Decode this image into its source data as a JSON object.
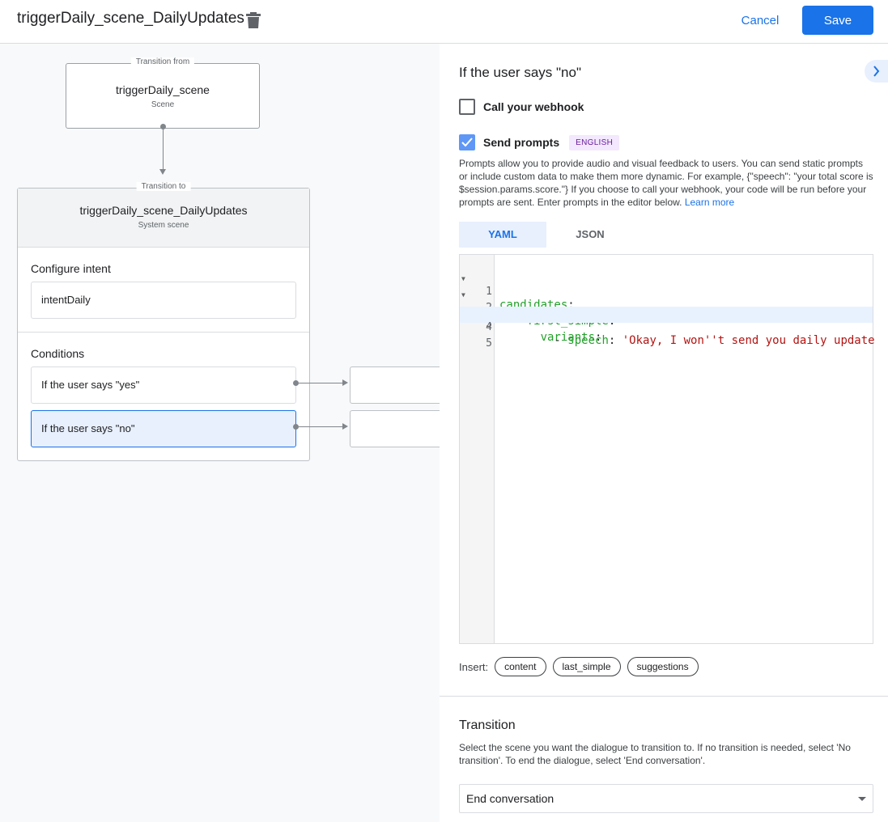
{
  "header": {
    "title": "triggerDaily_scene_DailyUpdates",
    "cancel_label": "Cancel",
    "save_label": "Save"
  },
  "canvas": {
    "from": {
      "legend": "Transition from",
      "name": "triggerDaily_scene",
      "type": "Scene"
    },
    "to": {
      "legend": "Transition to",
      "name": "triggerDaily_scene_DailyUpdates",
      "type": "System scene",
      "intent_label": "Configure intent",
      "intent_value": "intentDaily",
      "conditions_label": "Conditions",
      "conditions": [
        "If the user says \"yes\"",
        "If the user says \"no\""
      ]
    }
  },
  "panel": {
    "title": "If the user says \"no\"",
    "webhook_label": "Call your webhook",
    "webhook_checked": false,
    "prompts_label": "Send prompts",
    "prompts_checked": true,
    "language_badge": "ENGLISH",
    "description": "Prompts allow you to provide audio and visual feedback to users. You can send static prompts or include custom data to make them more dynamic. For example, {\"speech\": \"your total score is $session.params.score.\"} If you choose to call your webhook, your code will be run before your prompts are sent. Enter prompts in the editor below.",
    "learn_more": "Learn more",
    "tabs": [
      "YAML",
      "JSON"
    ],
    "active_tab": "YAML",
    "code_lines": [
      {
        "num": "1",
        "fold": true
      },
      {
        "num": "2",
        "fold": true
      },
      {
        "num": "3",
        "fold": true
      },
      {
        "num": "4",
        "fold": false
      },
      {
        "num": "5",
        "fold": false
      }
    ],
    "insert_label": "Insert:",
    "insert_chips": [
      "content",
      "last_simple",
      "suggestions"
    ],
    "transition_title": "Transition",
    "transition_desc": "Select the scene you want the dialogue to transition to. If no transition is needed, select 'No transition'. To end the dialogue, select 'End conversation'.",
    "transition_value": "End conversation"
  },
  "colors": {
    "accent": "#1a73e8",
    "selected_bg": "#e8f0fe",
    "yaml_key": "#22a02a",
    "yaml_string": "#b31412"
  },
  "icons": {
    "delete": "trash-icon",
    "collapse": "chevron-right-icon",
    "check": "check-icon",
    "dropdown": "caret-down-icon"
  }
}
